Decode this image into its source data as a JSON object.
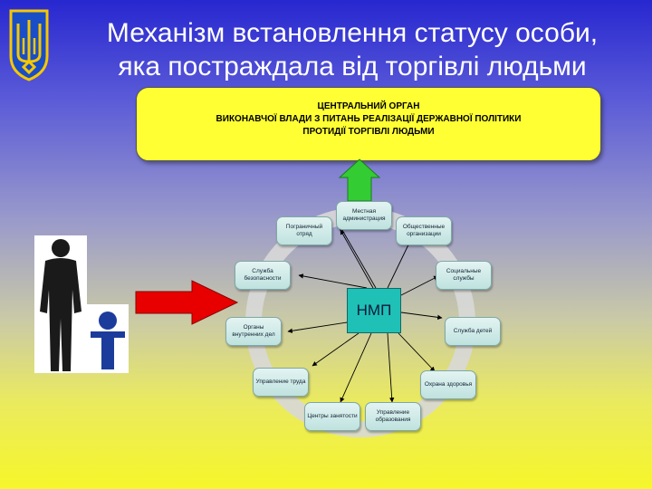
{
  "title": {
    "line1": "Механізм встановлення статусу особи,",
    "line2": "яка постраждала від торгівлі людьми"
  },
  "central_body": {
    "line1": "ЦЕНТРАЛЬНИЙ ОРГАН",
    "line2": "ВИКОНАВЧОЇ ВЛАДИ З ПИТАНЬ РЕАЛІЗАЦІЇ ДЕРЖАВНОЇ ПОЛІТИКИ",
    "line3": "ПРОТИДІЇ ТОРГІВЛІ ЛЮДЬМИ"
  },
  "center_box": "НМП",
  "nodes": [
    {
      "id": "local-admin",
      "label": "Местная администрация"
    },
    {
      "id": "public-orgs",
      "label": "Общественные организации"
    },
    {
      "id": "social-services",
      "label": "Социальные службы"
    },
    {
      "id": "children-service",
      "label": "Служба детей"
    },
    {
      "id": "health",
      "label": "Охрана здоровья"
    },
    {
      "id": "education",
      "label": "Управление образования"
    },
    {
      "id": "employment",
      "label": "Центры занятости"
    },
    {
      "id": "labor",
      "label": "Управление труда"
    },
    {
      "id": "internal-affairs",
      "label": "Органы внутренних дел"
    },
    {
      "id": "security",
      "label": "Служба безопасности"
    },
    {
      "id": "border",
      "label": "Пограничный отряд"
    }
  ],
  "colors": {
    "central_fill": "#ffff33",
    "node_fill": "#cfeae7",
    "nmp_fill": "#1fc0b6",
    "red_arrow": "#e80000",
    "green_arrow": "#33cc33",
    "person_dark": "#1a1a1a",
    "child_blue": "#1c3c9c"
  },
  "icons": [
    "trident-coat-of-arms-icon",
    "adult-silhouette-icon",
    "child-figure-icon",
    "red-arrow-icon",
    "green-arrow-icon"
  ]
}
